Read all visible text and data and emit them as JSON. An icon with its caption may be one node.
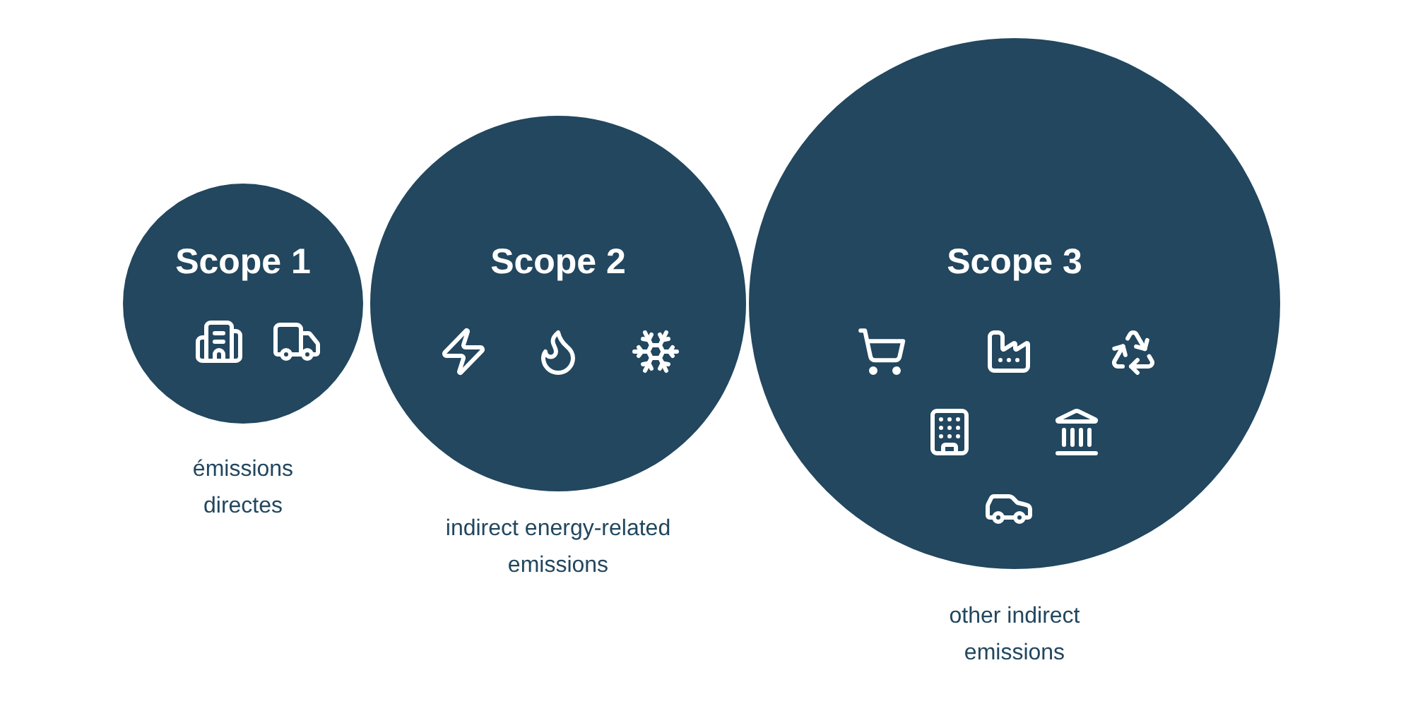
{
  "diagram": {
    "nodes": [
      {
        "text": [
          "Scope 1"
        ],
        "beside": [
          "émissions directes"
        ]
      },
      {
        "text": [
          "Scope 2"
        ],
        "beside": [
          "indirect energy-related emissions"
        ]
      },
      {
        "text": [
          "Scope 3"
        ],
        "beside": [
          "other indirect emissions"
        ]
      }
    ]
  }
}
